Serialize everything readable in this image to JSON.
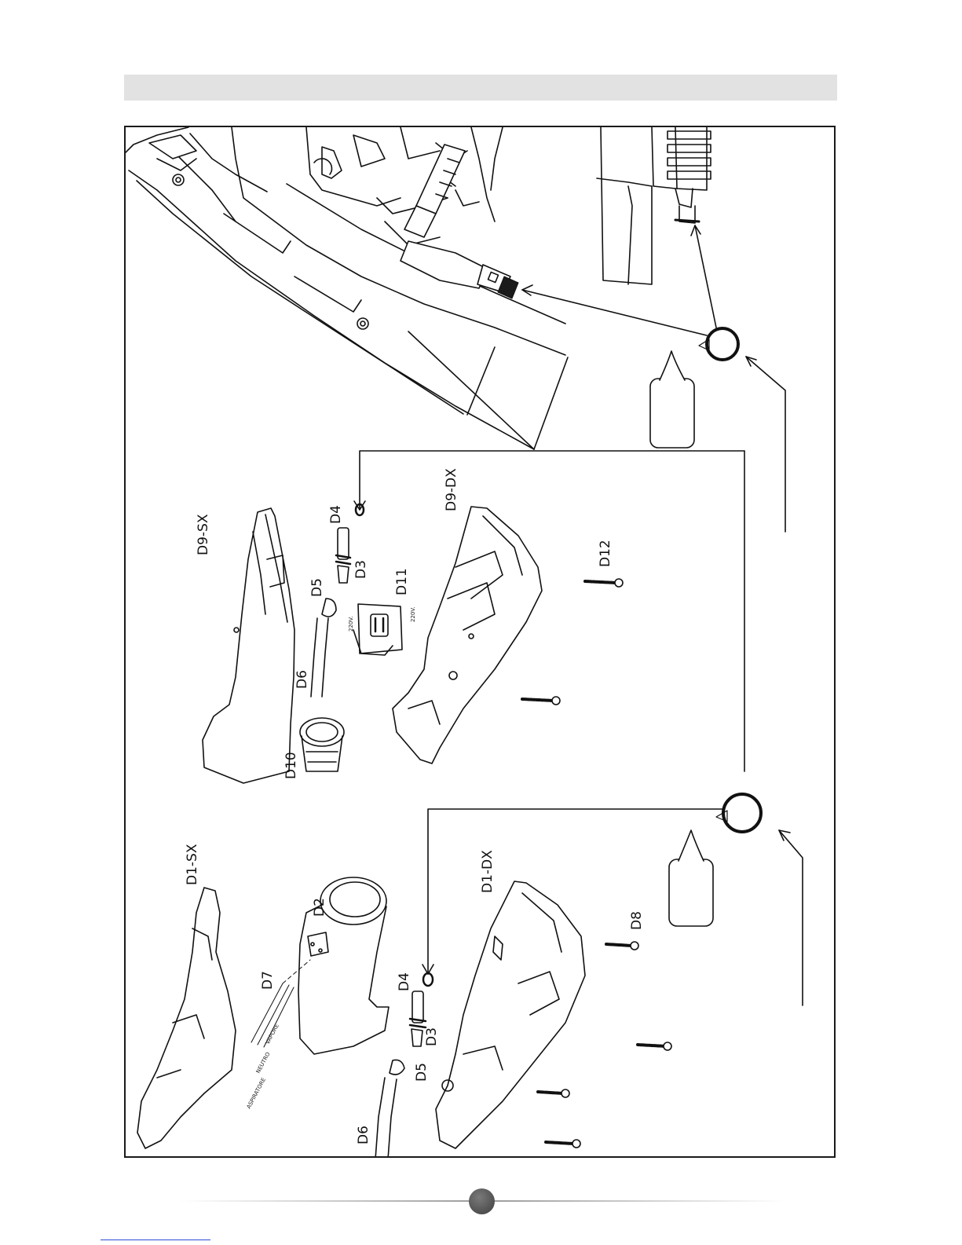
{
  "diagram": {
    "part_labels": {
      "d9_sx": "D9-SX",
      "d9_dx": "D9-DX",
      "d1_sx": "D1-SX",
      "d1_dx": "D1-DX",
      "d2": "D2",
      "d3_top": "D3",
      "d3_bottom": "D3",
      "d4_top": "D4",
      "d4_bottom": "D4",
      "d5_top": "D5",
      "d5_bottom": "D5",
      "d6_top": "D6",
      "d6_bottom": "D6",
      "d7": "D7",
      "d8": "D8",
      "d10": "D10",
      "d11": "D11",
      "d12": "D12"
    },
    "voltage_labels": {
      "left": "220V.",
      "right": "220V."
    },
    "wire_labels": {
      "aspiratore": "ASPIRATORE",
      "neutro": "NEUTRO",
      "vapore": "VAPORE"
    }
  }
}
